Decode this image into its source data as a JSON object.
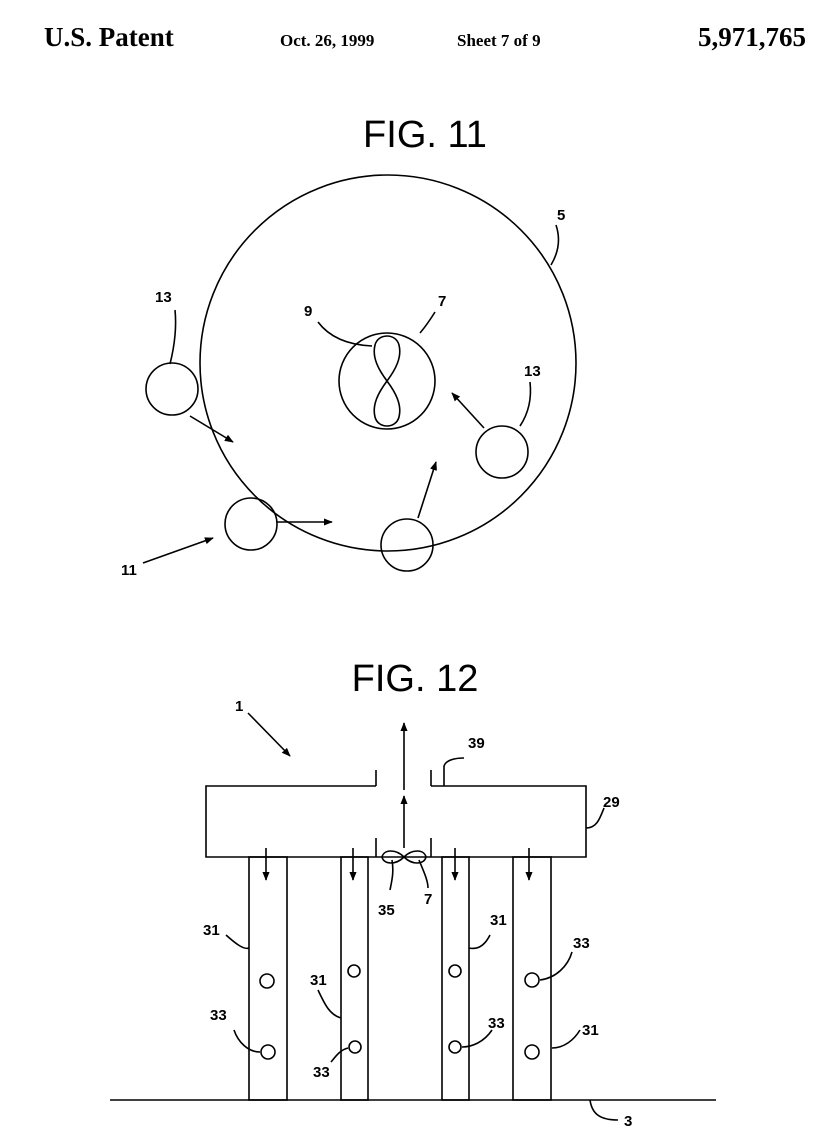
{
  "header": {
    "left": "U.S. Patent",
    "date": "Oct. 26, 1999",
    "sheet": "Sheet 7 of 9",
    "patent_number": "5,971,765"
  },
  "fig11": {
    "title": "FIG. 11",
    "labels": {
      "l5": "5",
      "l7": "7",
      "l9": "9",
      "l13a": "13",
      "l13b": "13",
      "l11": "11"
    }
  },
  "fig12": {
    "title": "FIG. 12",
    "labels": {
      "l1": "1",
      "l39": "39",
      "l29": "29",
      "l35": "35",
      "l7": "7",
      "l31a": "31",
      "l31b": "31",
      "l31c": "31",
      "l31d": "31",
      "l33a": "33",
      "l33b": "33",
      "l33c": "33",
      "l33d": "33",
      "l3": "3"
    }
  }
}
